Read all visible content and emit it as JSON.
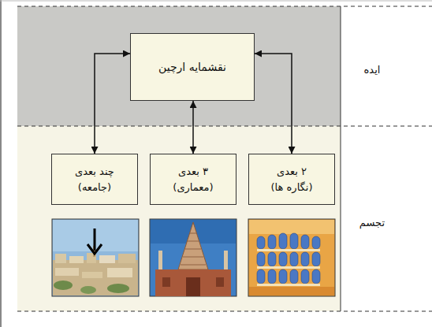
{
  "diagram": {
    "nodes": [
      {
        "text": [
          "نقشمایه ارچین"
        ]
      },
      {
        "text": [
          "۲ بعدی",
          "(نگاره ها)"
        ]
      },
      {
        "text": [
          "۳ بعدی",
          "(معماری)"
        ]
      },
      {
        "text": [
          "چند بعدی",
          "(جامعه)"
        ]
      }
    ],
    "edges": [
      {
        "from": 0,
        "to": 1,
        "arrow": "both"
      },
      {
        "from": 0,
        "to": 2,
        "arrow": "both"
      },
      {
        "from": 0,
        "to": 3,
        "arrow": "both"
      }
    ],
    "labels": [
      "ایده",
      "تجسم"
    ]
  }
}
